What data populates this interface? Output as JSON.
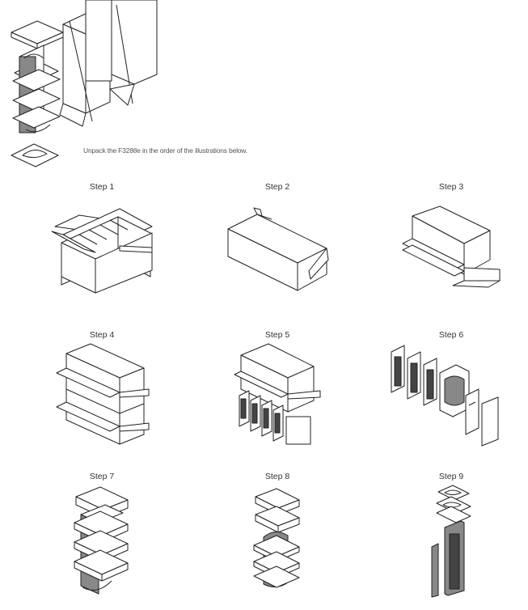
{
  "intro_text": "Unpack the F3288e in the order of the illustrations below.",
  "steps": [
    {
      "label": "Step 1"
    },
    {
      "label": "Step 2"
    },
    {
      "label": "Step 3"
    },
    {
      "label": "Step 4"
    },
    {
      "label": "Step 5"
    },
    {
      "label": "Step 6"
    },
    {
      "label": "Step 7"
    },
    {
      "label": "Step 8"
    },
    {
      "label": "Step 9"
    }
  ]
}
